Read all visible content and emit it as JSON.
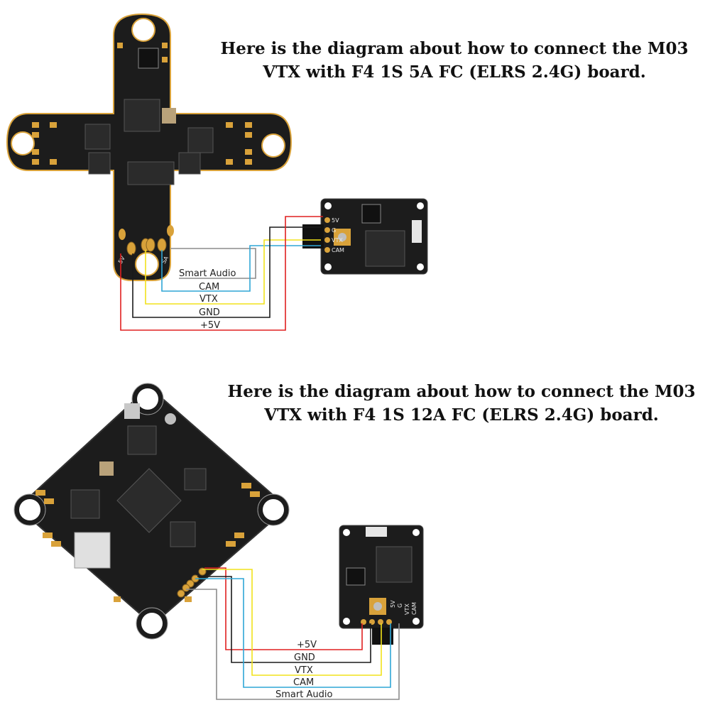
{
  "headings": {
    "top_line1": "Here is the diagram about how to connect the M03",
    "top_line2": "VTX with F4 1S 5A FC (ELRS 2.4G) board.",
    "bottom_line1": "Here is the diagram about how to connect the M03",
    "bottom_line2": "VTX with F4 1S 12A FC (ELRS 2.4G) board."
  },
  "diagram_top": {
    "wires": [
      {
        "label": "Smart Audio",
        "color": "#8c8c8c"
      },
      {
        "label": "CAM",
        "color": "#2fa6d6"
      },
      {
        "label": "VTX",
        "color": "#f2e21b"
      },
      {
        "label": "GND",
        "color": "#1a1a1a"
      },
      {
        "label": "+5V",
        "color": "#e02020"
      }
    ],
    "fc_pad_labels": [
      "5V",
      "SA"
    ],
    "vtx_pad_labels": [
      "5V",
      "G",
      "VTX",
      "CAM"
    ]
  },
  "diagram_bottom": {
    "wires": [
      {
        "label": "+5V",
        "color": "#e02020"
      },
      {
        "label": "GND",
        "color": "#1a1a1a"
      },
      {
        "label": "VTX",
        "color": "#f2e21b"
      },
      {
        "label": "CAM",
        "color": "#2fa6d6"
      },
      {
        "label": "Smart Audio",
        "color": "#8c8c8c"
      }
    ],
    "vtx_pad_labels": [
      "5V",
      "G",
      "VTX",
      "CAM"
    ]
  },
  "colors": {
    "pcb": "#1c1c1c",
    "pad": "#d9a23a",
    "background": "#ffffff"
  }
}
